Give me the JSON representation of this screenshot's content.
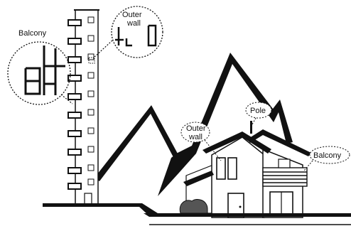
{
  "labels": {
    "balcony_tower": "Balcony",
    "outer_wall_tower_line1": "Outer",
    "outer_wall_tower_line2": "wall",
    "outer_wall_house_line1": "Outer",
    "outer_wall_house_line2": "wall",
    "pole": "Pole",
    "balcony_house": "Balcony"
  },
  "colors": {
    "ink": "#111111",
    "paper": "#ffffff",
    "shade": "#555555"
  }
}
